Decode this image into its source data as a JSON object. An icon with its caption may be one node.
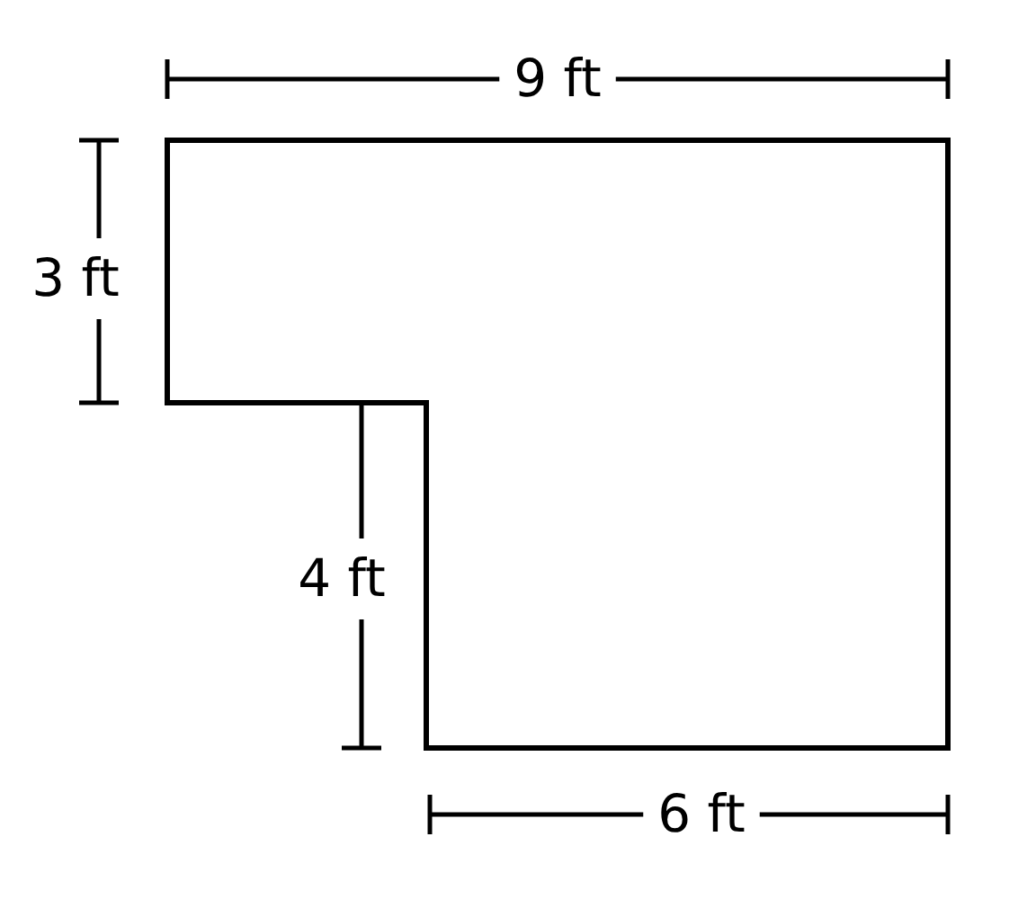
{
  "diagram": {
    "labels": [
      "9 ft",
      "3 ft",
      "4 ft",
      "6 ft"
    ]
  }
}
